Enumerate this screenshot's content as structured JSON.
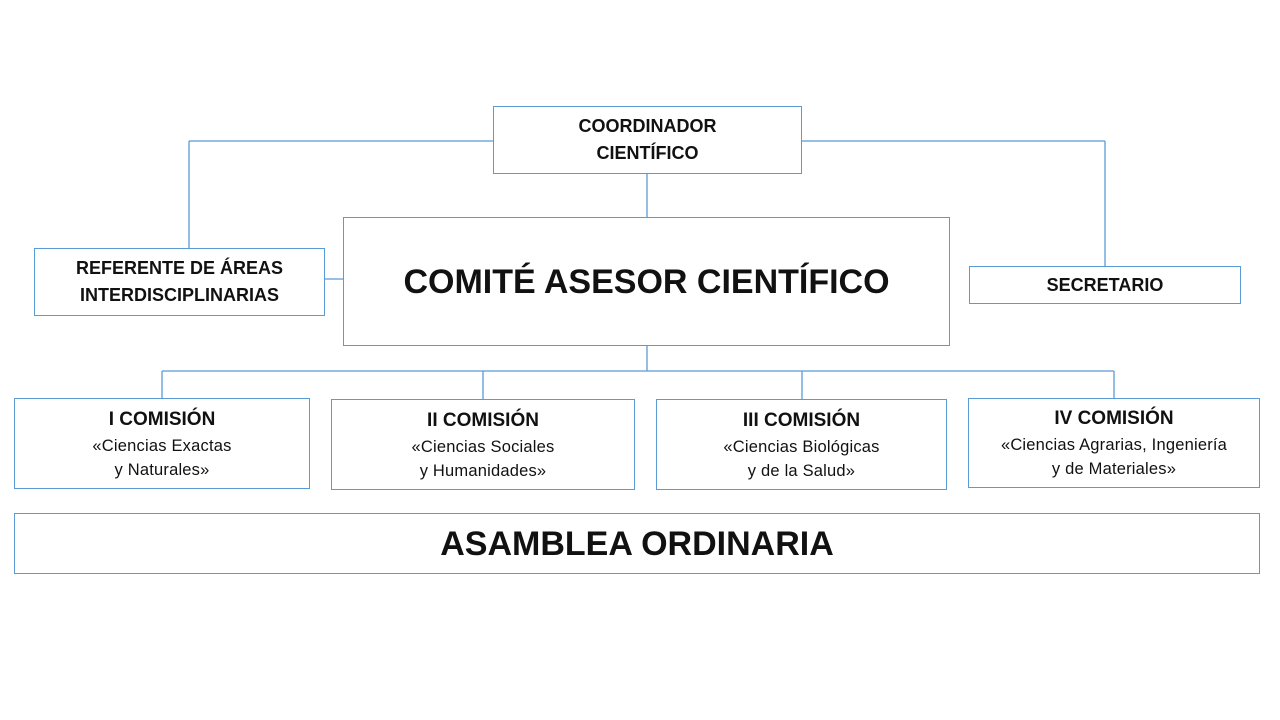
{
  "colors": {
    "box_border": "#5b9bd5",
    "connector": "#5b9bd5",
    "text": "#111111",
    "background": "#ffffff"
  },
  "coordinador": {
    "line1": "COORDINADOR",
    "line2": "CIENTÍFICO"
  },
  "referente": {
    "line1": "REFERENTE DE ÁREAS",
    "line2": "INTERDISCIPLINARIAS"
  },
  "comite": {
    "label": "COMITÉ ASESOR CIENTÍFICO"
  },
  "secretario": {
    "label": "SECRETARIO"
  },
  "comisiones": [
    {
      "title": "I COMISIÓN",
      "line1": "«Ciencias Exactas",
      "line2": "y Naturales»"
    },
    {
      "title": "II COMISIÓN",
      "line1": "«Ciencias Sociales",
      "line2": "y Humanidades»"
    },
    {
      "title": "III COMISIÓN",
      "line1": "«Ciencias Biológicas",
      "line2": "y de la Salud»"
    },
    {
      "title": "IV COMISIÓN",
      "line1": "«Ciencias Agrarias, Ingeniería",
      "line2": "y de Materiales»"
    }
  ],
  "asamblea": {
    "label": "ASAMBLEA ORDINARIA"
  }
}
